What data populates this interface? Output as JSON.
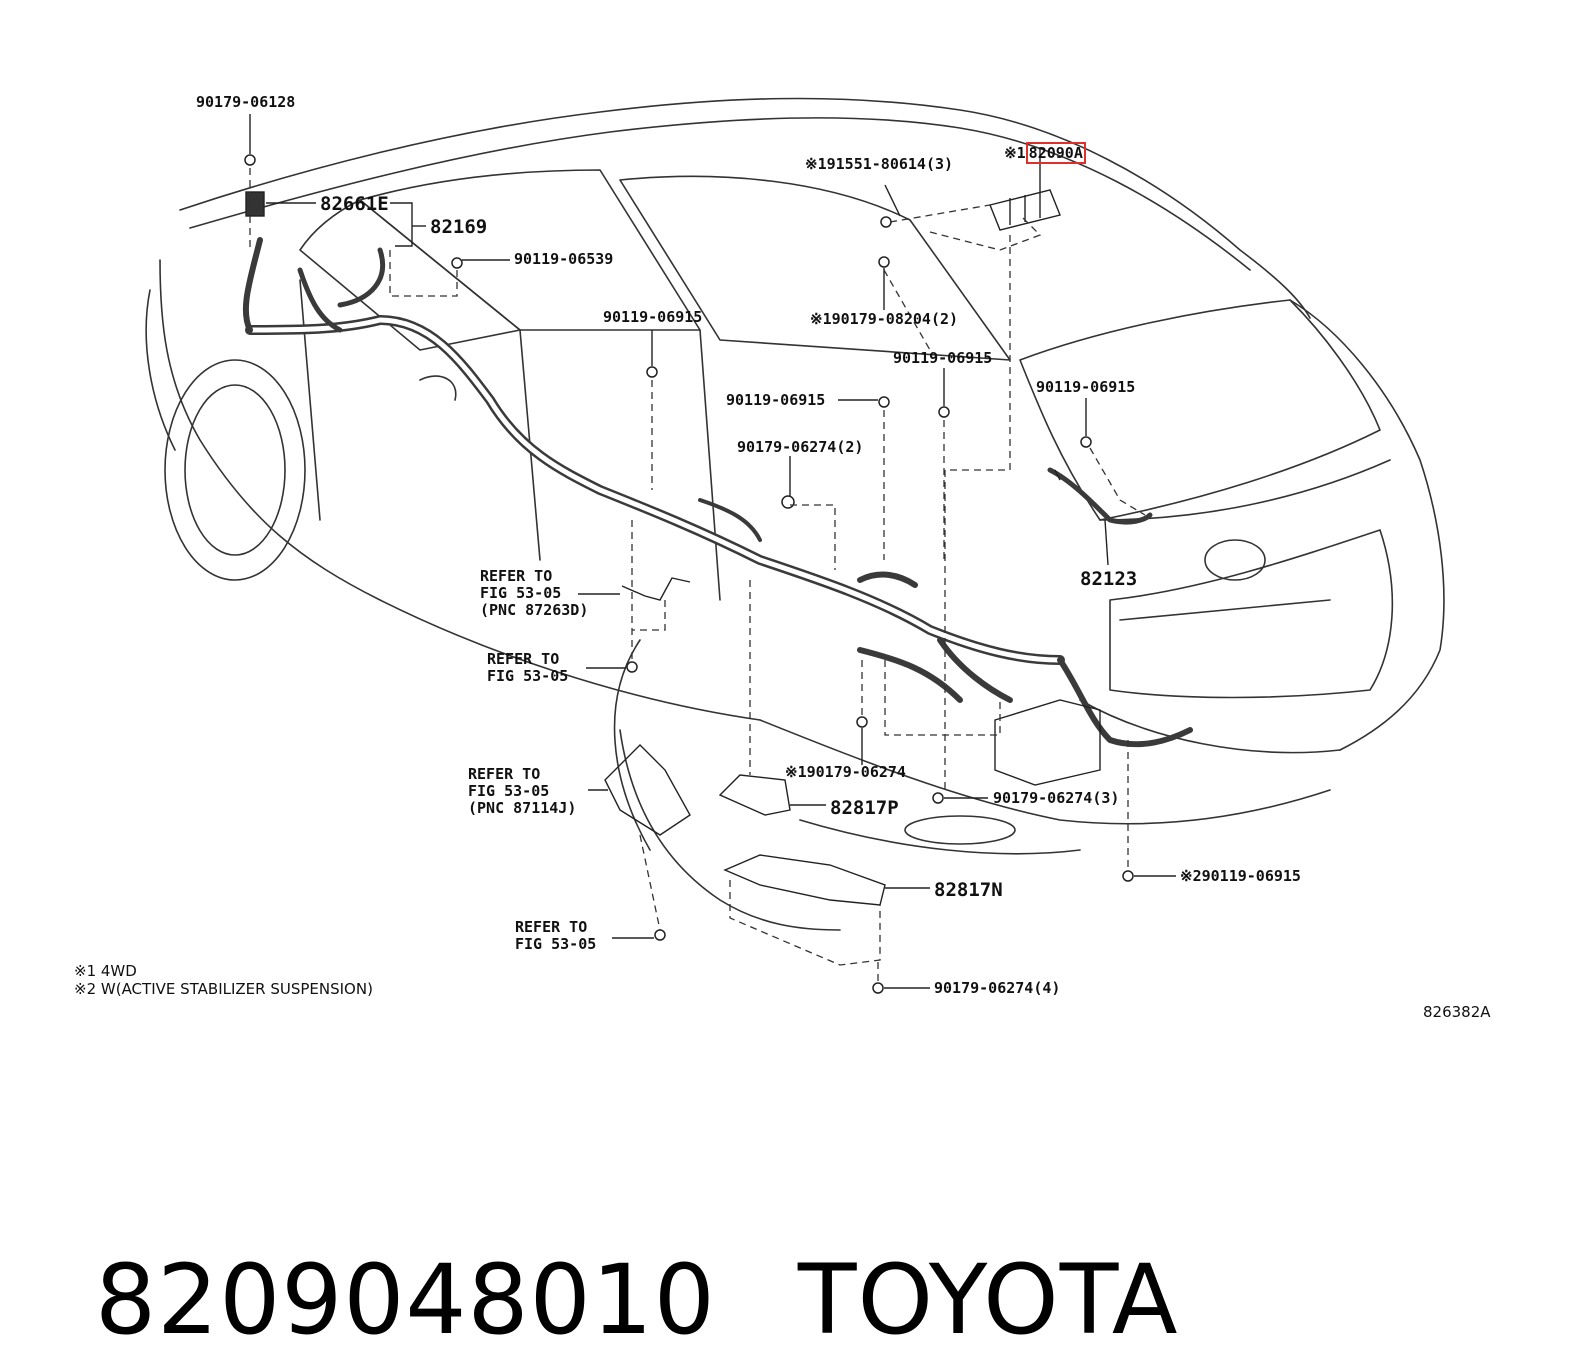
{
  "callouts": {
    "p_90179_06128": "90179-06128",
    "p_82661E": "82661E",
    "p_82169": "82169",
    "p_90119_06539": "90119-06539",
    "p_82090A_prefix": "※1",
    "p_82090A": "82090A",
    "p_191551_80614": "※191551-80614(3)",
    "p_190179_08204": "※190179-08204(2)",
    "p_90119_06915_a": "90119-06915",
    "p_90119_06915_b": "90119-06915",
    "p_90119_06915_c": "90119-06915",
    "p_90119_06915_d": "90119-06915",
    "p_90179_06274_2": "90179-06274(2)",
    "p_82123": "82123",
    "p_refer_87263D": "REFER TO\nFIG 53-05\n(PNC 87263D)",
    "p_refer_a": "REFER TO\nFIG 53-05",
    "p_refer_87114J": "REFER TO\nFIG 53-05\n(PNC 87114J)",
    "p_190179_06274": "※190179-06274",
    "p_82817P": "82817P",
    "p_90179_06274_3": "90179-06274(3)",
    "p_82817N": "82817N",
    "p_290119_06915": "※290119-06915",
    "p_refer_b": "REFER TO\nFIG 53-05",
    "p_90179_06274_4": "90179-06274(4)"
  },
  "notes": {
    "note1": "※1 4WD",
    "note2": "※2 W(ACTIVE STABILIZER SUSPENSION)"
  },
  "drawing_number": "826382A",
  "footer": {
    "part_number": "8209048010",
    "brand": "TOYOTA"
  },
  "colors": {
    "highlight": "#e0302a",
    "line": "#222222",
    "harness": "#3a3a3a"
  }
}
